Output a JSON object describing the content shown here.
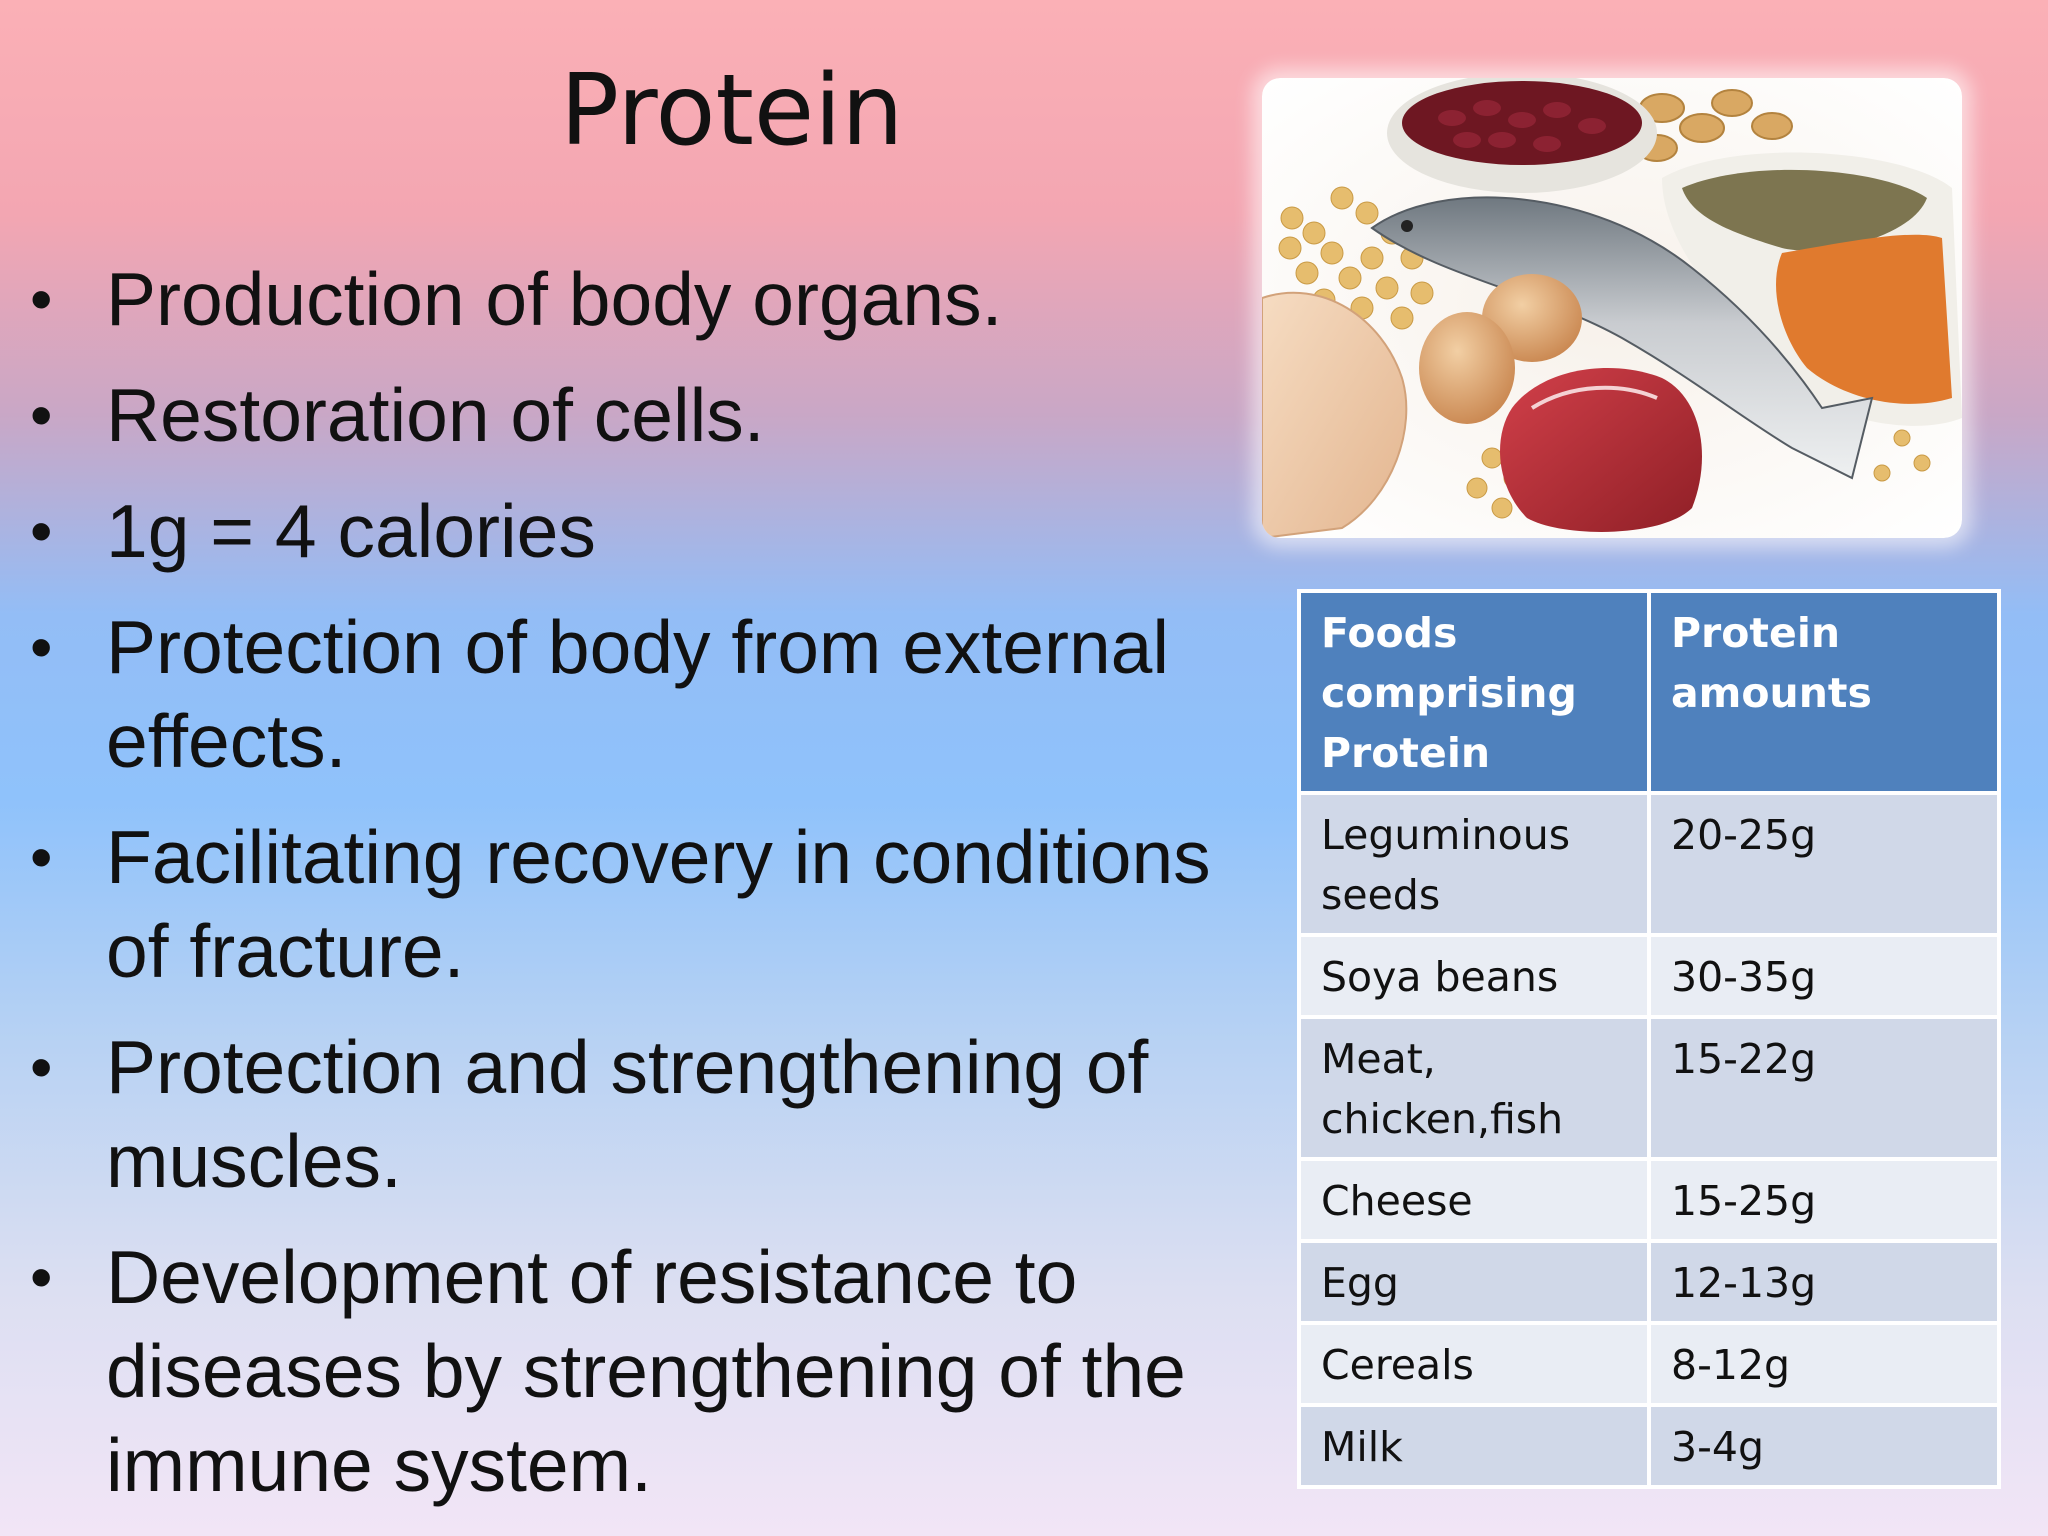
{
  "title": "Protein",
  "bullets": [
    "Production of body organs.",
    "Restoration of cells.",
    "1g = 4 calories",
    "Protection of body from external effects.",
    "Facilitating recovery in conditions of fracture.",
    "Protection and strengthening of muscles.",
    "Development of resistance to diseases by strengthening of the immune system."
  ],
  "bullet_symbol": "•",
  "table": {
    "headers": [
      "Foods comprising Protein",
      "Protein amounts"
    ],
    "rows": [
      [
        "Leguminous seeds",
        "20-25g"
      ],
      [
        "Soya beans",
        "30-35g"
      ],
      [
        "Meat, chicken,fish",
        "15-22g"
      ],
      [
        "Cheese",
        "15-25g"
      ],
      [
        "Egg",
        "12-13g"
      ],
      [
        "Cereals",
        "8-12g"
      ],
      [
        "Milk",
        "3-4g"
      ]
    ]
  },
  "colors": {
    "table_header": "#4f81bd",
    "table_row_odd": "#d0d8e8",
    "table_row_even": "#e9edf4"
  }
}
